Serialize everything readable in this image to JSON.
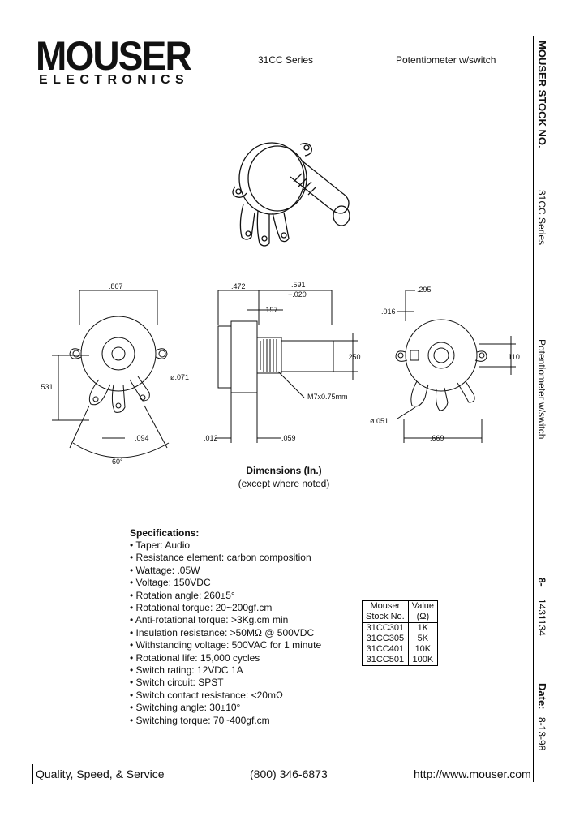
{
  "header": {
    "logo_main": "MOUSER",
    "logo_sub": "ELECTRONICS",
    "series": "31CC Series",
    "product": "Potentiometer w/switch"
  },
  "sidebar": {
    "stock_label": "MOUSER STOCK NO.",
    "series": "31CC Series",
    "product": "Potentiometer w/switch",
    "catalog_prefix": "8-",
    "catalog_number": "1431134",
    "date_label": "Date:",
    "date_value": "8-13-98"
  },
  "drawing": {
    "front": {
      "width": ".807",
      "height": ".531",
      "hole": "ø.071",
      "pin": ".094",
      "angle": "60°"
    },
    "side": {
      "depth": ".472",
      "shaft": ".591",
      "shaft_tol": "+.020",
      "bush": ".197",
      "shaft_dia": ".250",
      "thread": "M7x0.75mm",
      "gap": ".012",
      "flat": ".059"
    },
    "rear": {
      "offset": ".295",
      "key": ".016",
      "tab": ".110",
      "lug": "ø.051",
      "width": ".669"
    }
  },
  "dimensions_title": "Dimensions (In.)",
  "dimensions_note": "(except where noted)",
  "specs": {
    "title": "Specifications:",
    "items": [
      "Taper:  Audio",
      "Resistance element:  carbon composition",
      "Wattage: .05W",
      "Voltage:  150VDC",
      "Rotation angle:  260±5°",
      "Rotational torque:  20~200gf.cm",
      "Anti-rotational torque:  >3Kg.cm min",
      "Insulation resistance:  >50MΩ @ 500VDC",
      "Withstanding voltage:  500VAC for 1 minute",
      "Rotational life:  15,000 cycles",
      "Switch rating:  12VDC 1A",
      "Switch circuit:  SPST",
      "Switch contact resistance:  <20mΩ",
      "Switching angle:  30±10°",
      "Switching torque:  70~400gf.cm"
    ]
  },
  "stock_table": {
    "headers": [
      [
        "Mouser",
        "Stock No."
      ],
      [
        "Value",
        "(Ω)"
      ]
    ],
    "rows": [
      [
        "31CC301",
        "1K"
      ],
      [
        "31CC305",
        "5K"
      ],
      [
        "31CC401",
        "10K"
      ],
      [
        "31CC501",
        "100K"
      ]
    ]
  },
  "footer": {
    "left": "Quality, Speed, & Service",
    "center": "(800) 346-6873",
    "right": "http://www.mouser.com"
  }
}
